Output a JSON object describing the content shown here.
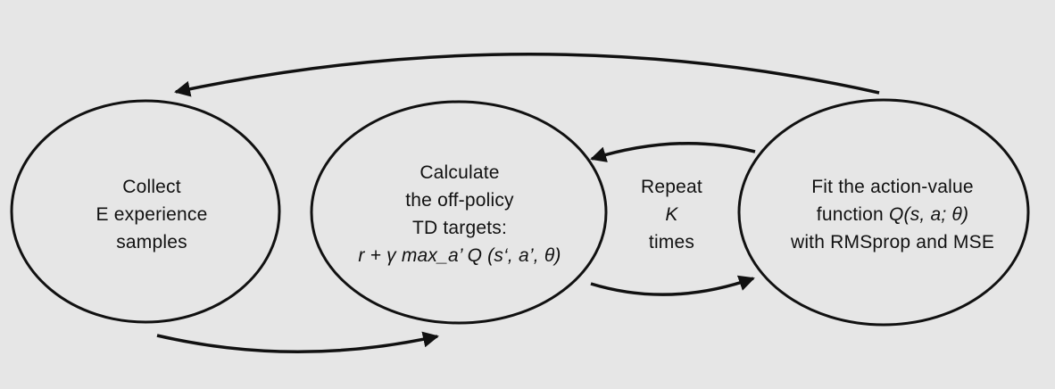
{
  "nodes": {
    "collect": {
      "lines": [
        "Collect",
        "E experience",
        "samples"
      ]
    },
    "calculate": {
      "line1": "Calculate",
      "line2": "the off-policy",
      "line3": "TD targets:",
      "formula": "r + γ max_a’ Q (s‘, a’, θ)"
    },
    "fit": {
      "line1": "Fit the action-value",
      "line2_plain": "function ",
      "line2_italic": "Q(s, a; θ)",
      "line3": "with RMSprop and MSE"
    }
  },
  "loop_label": {
    "line1": "Repeat",
    "line2": "K",
    "line3": "times"
  },
  "colors": {
    "background": "#e6e6e6",
    "stroke": "#111111",
    "text": "#111111"
  }
}
